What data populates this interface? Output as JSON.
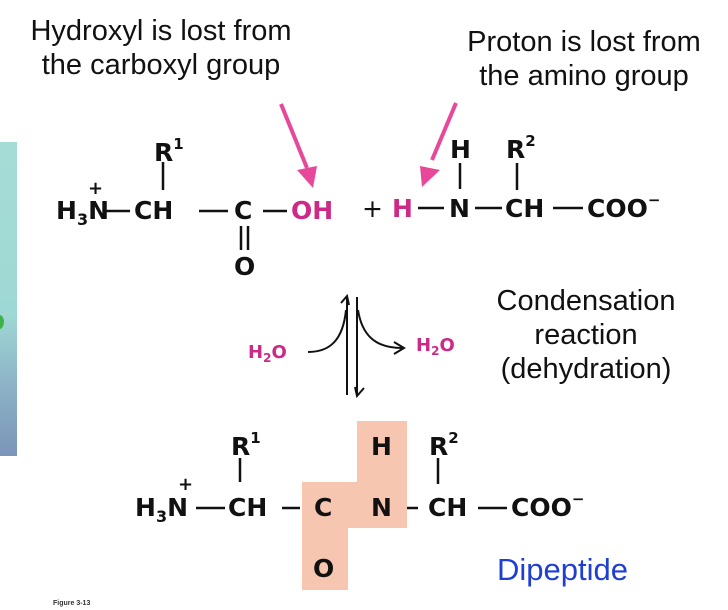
{
  "captions": {
    "hydroxyl_line1": "Hydroxyl is lost from",
    "hydroxyl_line2": "the carboxyl group",
    "proton_line1": "Proton is lost from",
    "proton_line2": "the amino group",
    "condensation_line1": "Condensation",
    "condensation_line2": "reaction",
    "condensation_line3": "(dehydration)",
    "product_label": "Dipeptide",
    "figure_number": "Figure 3-13"
  },
  "reactant1": {
    "amino": "H",
    "amino_sub": "3",
    "amino_n": "N",
    "charge": "+",
    "alpha_carbon": "CH",
    "r_group": "R",
    "r_sup": "1",
    "carbonyl_c": "C",
    "carbonyl_o": "O",
    "leaving_group": "OH"
  },
  "plus_sign": "+",
  "reactant2": {
    "leaving_h": "H",
    "amine_n": "N",
    "amine_h": "H",
    "alpha_carbon": "CH",
    "r_group": "R",
    "r_sup": "2",
    "carboxylate": "COO",
    "charge": "−"
  },
  "water": {
    "left": "H",
    "left_sub": "2",
    "left_o": "O",
    "right": "H",
    "right_sub": "2",
    "right_o": "O"
  },
  "product": {
    "amino": "H",
    "amino_sub": "3",
    "amino_n": "N",
    "charge": "+",
    "alpha_carbon1": "CH",
    "r1": "R",
    "r1_sup": "1",
    "peptide_c": "C",
    "peptide_o": "O",
    "peptide_n": "N",
    "peptide_h": "H",
    "alpha_carbon2": "CH",
    "r2": "R",
    "r2_sup": "2",
    "carboxylate": "COO",
    "carboxylate_charge": "−"
  },
  "colors": {
    "highlight_pink": "#cc2a86",
    "arrow_pink": "#e8489a",
    "peptide_bond_highlight": "#f6c6b0",
    "dipeptide_blue": "#1f3fd0"
  }
}
